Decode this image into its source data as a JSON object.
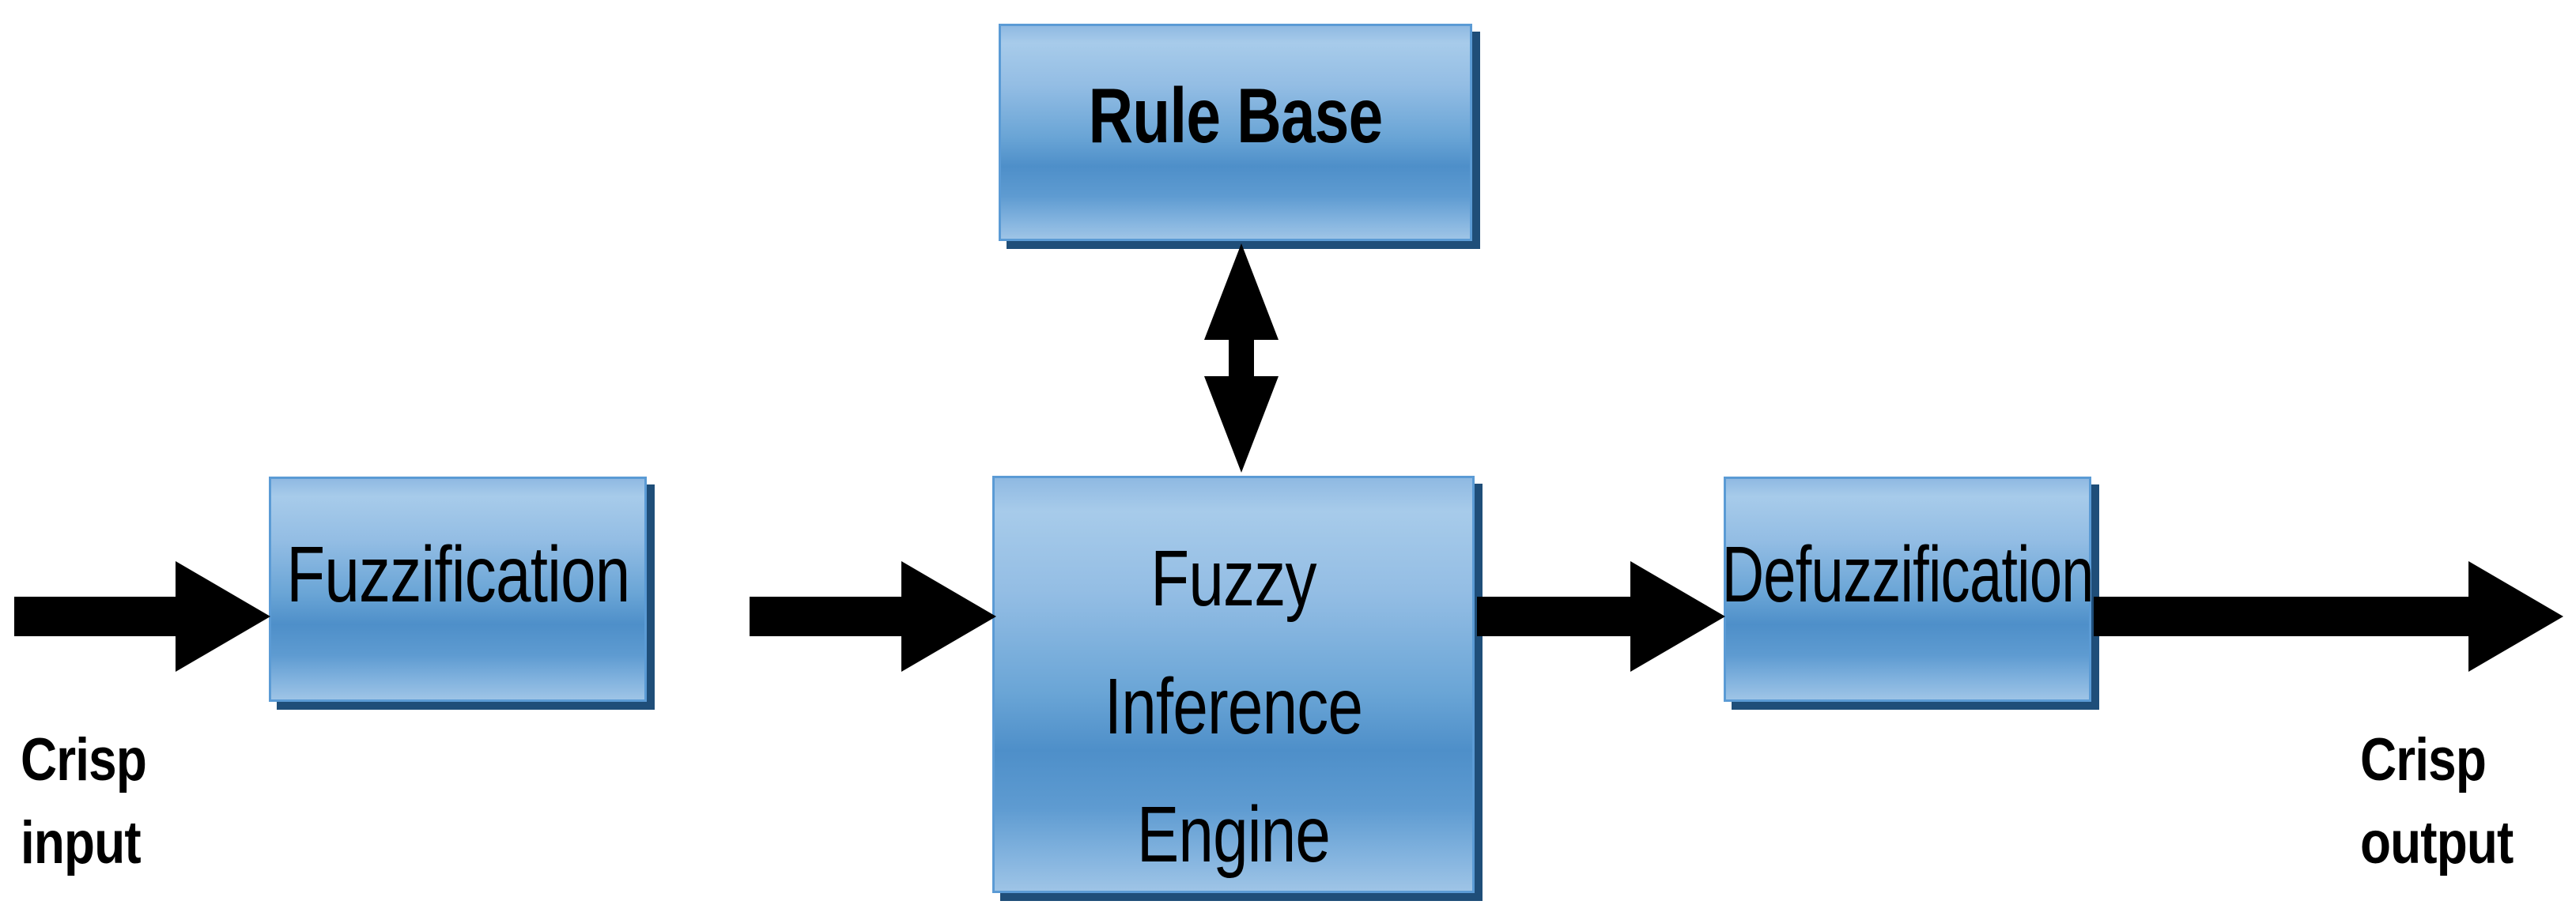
{
  "diagram": {
    "title": "Fuzzy Logic System Block Diagram",
    "type": "block-flow-diagram",
    "background_color": "#FFFFFF",
    "palette": {
      "box_fill_light": "#A7CBEA",
      "box_fill_mid": "#4E8FC9",
      "box_border": "#5B9BD5",
      "box_shadow": "#1F4E79",
      "arrow_color": "#000000",
      "text_color": "#000000"
    }
  },
  "nodes": [
    {
      "id": "rule-base",
      "label": "Rule Base",
      "bold": true
    },
    {
      "id": "fuzzification",
      "label": "Fuzzification",
      "bold": false
    },
    {
      "id": "inference-engine",
      "label": "Fuzzy\nInference\nEngine",
      "bold": false
    },
    {
      "id": "defuzzification",
      "label": "Defuzzification",
      "bold": false
    }
  ],
  "connectors": [
    {
      "id": "input",
      "icon": "arrow-right-icon",
      "from": "external-input",
      "to": "fuzzification",
      "direction": "right",
      "double_headed": false
    },
    {
      "id": "fuzz-to-fie",
      "icon": "arrow-right-icon",
      "from": "fuzzification",
      "to": "inference-engine",
      "direction": "right",
      "double_headed": false
    },
    {
      "id": "fie-to-defuz",
      "icon": "arrow-right-icon",
      "from": "inference-engine",
      "to": "defuzzification",
      "direction": "right",
      "double_headed": false
    },
    {
      "id": "output",
      "icon": "arrow-right-icon",
      "from": "defuzzification",
      "to": "external-output",
      "direction": "right",
      "double_headed": false
    },
    {
      "id": "rulebase-fie",
      "icon": "arrow-up-down-icon",
      "from": "rule-base",
      "to": "inference-engine",
      "direction": "vertical",
      "double_headed": true
    }
  ],
  "captions": {
    "crisp_input": "Crisp\ninput",
    "crisp_output": "Crisp\noutput"
  }
}
